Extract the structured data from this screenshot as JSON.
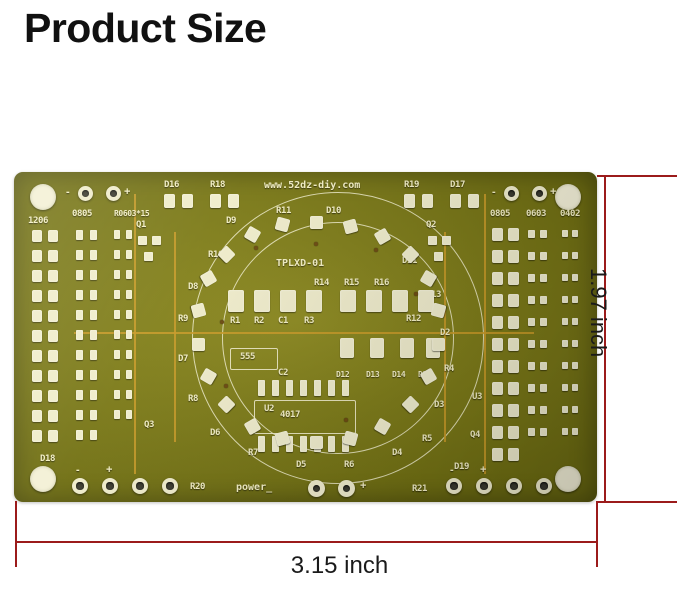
{
  "page": {
    "title": "Product Size",
    "background_color": "#ffffff",
    "text_color": "#111111"
  },
  "dimensions": {
    "line_color": "#9b1b1b",
    "height_label": "1.97  inch",
    "width_label": "3.15  inch"
  },
  "product": {
    "type": "printed-circuit-board",
    "board_color": "#7c7a18",
    "silkscreen_color": "#f2eec6",
    "board_marking": "TPLXD-01",
    "website": "www.52dz-diy.com",
    "power_label": "power_",
    "ic_labels": [
      "555",
      "4017"
    ],
    "pad_size_labels_left": [
      "1206",
      "0805",
      "R0603*15"
    ],
    "pad_size_labels_right": [
      "0805",
      "0603",
      "0402"
    ],
    "designators": {
      "top_row": [
        "D16",
        "R18",
        "R19",
        "D17"
      ],
      "inner_top": [
        "R11",
        "D10",
        "D9",
        "R14",
        "R15",
        "R16"
      ],
      "left_arc": [
        "R10",
        "D8",
        "R9",
        "D7",
        "R8",
        "D6",
        "Q3",
        "D18",
        "R20"
      ],
      "right_arc": [
        "D11",
        "R13",
        "D2",
        "R4",
        "D3",
        "R5",
        "Q4",
        "D19",
        "R21",
        "U3"
      ],
      "center": [
        "R1",
        "R2",
        "C1",
        "R3",
        "R12",
        "C2",
        "U2",
        "D12",
        "D13",
        "D14",
        "D15"
      ],
      "bottom": [
        "R7",
        "D5",
        "R6",
        "D4"
      ],
      "transistors": [
        "Q1",
        "Q2",
        "Q3",
        "Q4"
      ]
    },
    "polarity_marks": [
      "-",
      "+"
    ]
  }
}
